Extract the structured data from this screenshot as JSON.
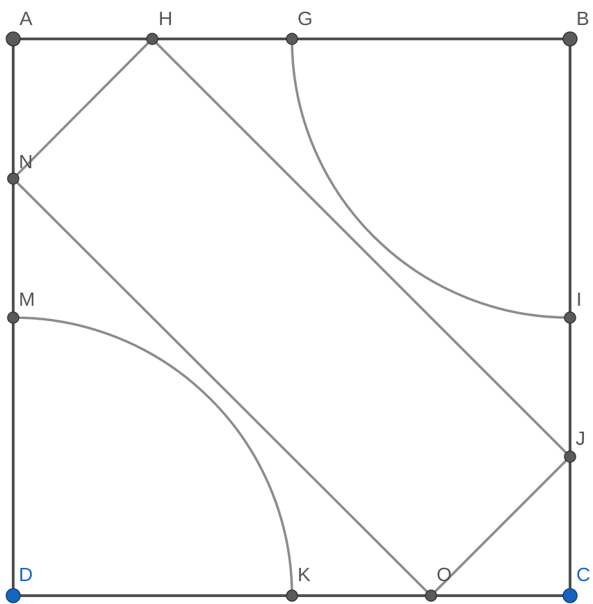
{
  "diagram": {
    "points": [
      {
        "id": "A",
        "label": "A",
        "color": "grey"
      },
      {
        "id": "H",
        "label": "H",
        "color": "grey"
      },
      {
        "id": "G",
        "label": "G",
        "color": "grey"
      },
      {
        "id": "B",
        "label": "B",
        "color": "grey"
      },
      {
        "id": "N",
        "label": "N",
        "color": "grey"
      },
      {
        "id": "M",
        "label": "M",
        "color": "grey"
      },
      {
        "id": "I",
        "label": "I",
        "color": "grey"
      },
      {
        "id": "J",
        "label": "J",
        "color": "grey"
      },
      {
        "id": "D",
        "label": "D",
        "color": "blue"
      },
      {
        "id": "K",
        "label": "K",
        "color": "grey"
      },
      {
        "id": "O",
        "label": "O",
        "color": "grey"
      },
      {
        "id": "C",
        "label": "C",
        "color": "blue"
      }
    ],
    "square_sides": [
      [
        "A",
        "B"
      ],
      [
        "B",
        "C"
      ],
      [
        "C",
        "D"
      ],
      [
        "D",
        "A"
      ]
    ],
    "rectangle_sides": [
      [
        "H",
        "J"
      ],
      [
        "J",
        "O"
      ],
      [
        "O",
        "N"
      ],
      [
        "N",
        "H"
      ]
    ],
    "arcs": [
      {
        "from": "G",
        "to": "I",
        "center": "B"
      },
      {
        "from": "M",
        "to": "K",
        "center": "D"
      }
    ],
    "colors": {
      "square": "#505050",
      "segments": "#8c8c8c",
      "point_grey": "#5a5a5a",
      "point_blue": "#1565c0",
      "label_grey": "#555555",
      "label_blue": "#1a66c8"
    }
  }
}
